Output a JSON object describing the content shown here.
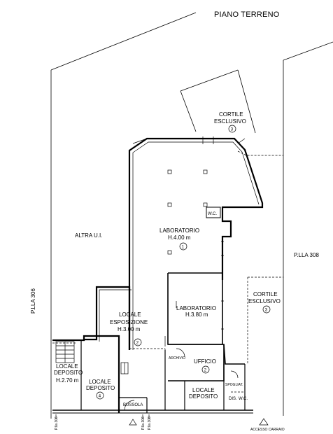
{
  "title": "PIANO TERRENO",
  "rooms": {
    "altra_ui": "ALTRA U.I.",
    "laboratorio_main": {
      "name": "LABORATORIO",
      "height": "H.4.00 m",
      "number": "1"
    },
    "wc_top": "W.C.",
    "cortile_top": {
      "name1": "CORTILE",
      "name2": "ESCLUSIVO",
      "number": "3"
    },
    "cortile_right": {
      "name1": "CORTILE",
      "name2": "ESCLUSIVO",
      "number": "3"
    },
    "laboratorio_small": {
      "name": "LABORATORIO",
      "height": "H.3.80 m"
    },
    "locale_esposizione": {
      "name1": "LOCALE",
      "name2": "ESPOSIZIONE",
      "height": "H.3.00 m",
      "number": "2"
    },
    "locale_deposito_left": {
      "name1": "LOCALE",
      "name2": "DEPOSITO",
      "height": "H.2.70 m"
    },
    "locale_deposito_mid": {
      "name1": "LOCALE",
      "name2": "DEPOSITO",
      "number": "4"
    },
    "archivio": "ARCHIVIO",
    "ufficio": {
      "name": "UFFICIO",
      "number": "2"
    },
    "locale_deposito_bottom": {
      "name1": "LOCALE",
      "name2": "DEPOSITO"
    },
    "spogliatoio": "SPOGLIAT.",
    "dis": "DIS.",
    "wc_bottom": "W.C.",
    "bussola": "BUSSOLA"
  },
  "parcels": {
    "left": "P.LLA 306",
    "right": "P.LLA 308",
    "bottom_a": "P.lla 306",
    "bottom_b": "P.lla 306",
    "bottom_c": "P.lla 308"
  },
  "access": "ACCESSO CARRAIO"
}
